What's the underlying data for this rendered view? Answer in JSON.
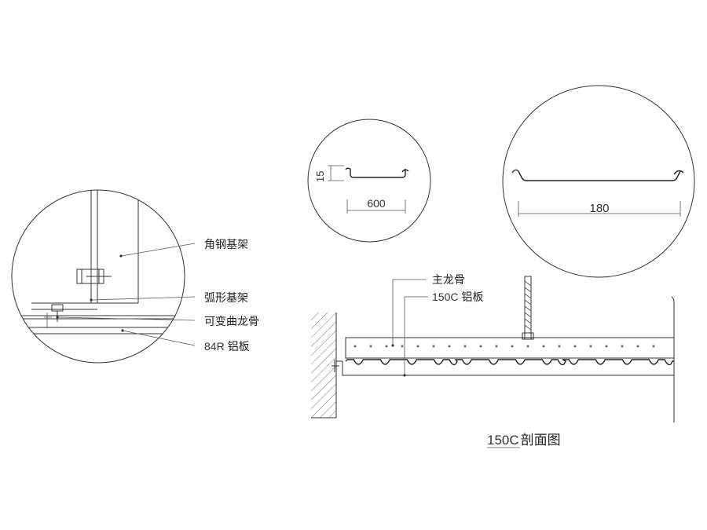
{
  "left_detail": {
    "labels": {
      "angle_frame": "角钢基架",
      "arc_frame": "弧形基架",
      "flex_keel": "可变曲龙骨",
      "panel_prefix": "84R",
      "panel_suffix": "铝板"
    }
  },
  "small_detail": {
    "height_dim": "15",
    "width_dim": "600"
  },
  "large_detail": {
    "width_dim": "180"
  },
  "section": {
    "main_keel": "主龙骨",
    "panel_prefix": "150C",
    "panel_suffix": "铝板",
    "title_prefix": "150C",
    "title_suffix": "剖面图"
  },
  "colors": {
    "line": "#333333",
    "background": "#ffffff"
  }
}
